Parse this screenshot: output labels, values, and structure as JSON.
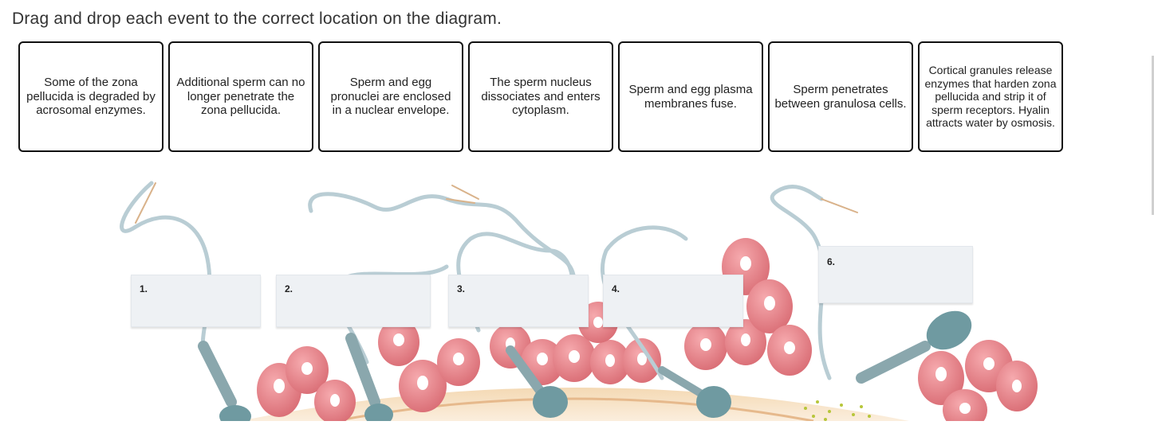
{
  "instruction": "Drag and drop each event to the correct location on the diagram.",
  "cards": [
    {
      "label": "Some of the zona pellucida is degraded by acrosomal enzymes."
    },
    {
      "label": "Additional sperm can no longer penetrate the zona pellucida."
    },
    {
      "label": "Sperm and egg pronuclei are enclosed in a nuclear envelope."
    },
    {
      "label": "The sperm nucleus dissociates and enters cytoplasm."
    },
    {
      "label": "Sperm and egg plasma membranes fuse."
    },
    {
      "label": "Sperm penetrates between granulosa cells."
    },
    {
      "label": "Cortical granules release enzymes that harden zona pellucida and strip it of sperm receptors. Hyalin attracts water by osmosis."
    }
  ],
  "dropzones": [
    {
      "number": "1."
    },
    {
      "number": "2."
    },
    {
      "number": "3."
    },
    {
      "number": "4."
    },
    {
      "number": "6."
    }
  ],
  "colors": {
    "cell_fill": "#e9848a",
    "nucleus": "#ffffff",
    "sperm_head": "#6f9aa1",
    "tail": "#b9cdd4",
    "zona": "#f6e3c7",
    "dropzone_bg": "#eef1f4"
  }
}
